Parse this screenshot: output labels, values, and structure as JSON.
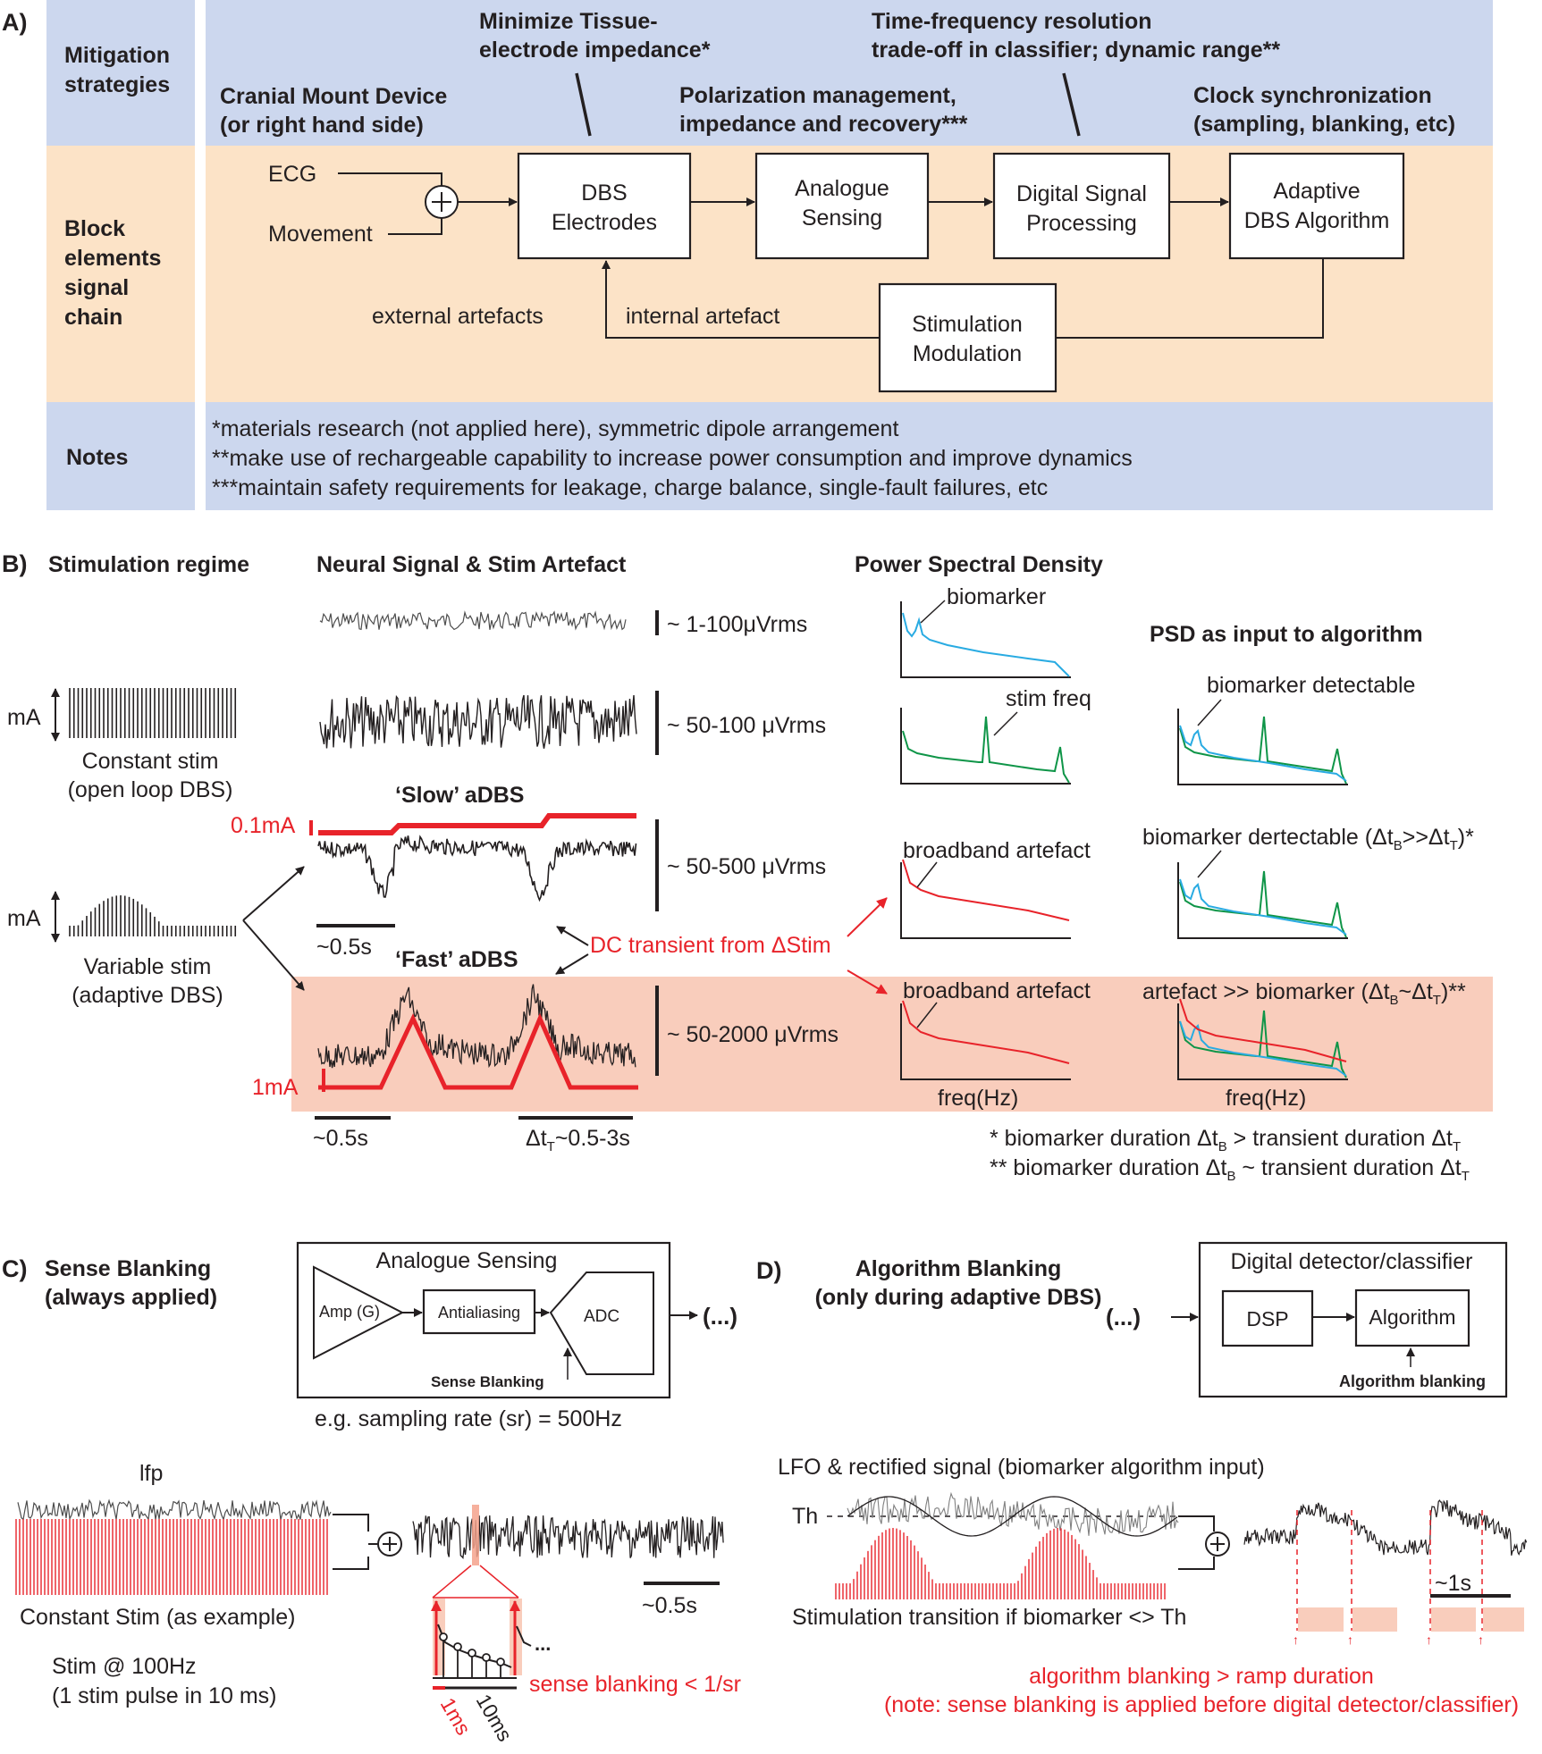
{
  "panels": {
    "a": "A)",
    "b": "B)",
    "c": "C)",
    "d": "D)"
  },
  "panel_a": {
    "row_labels": {
      "mitigation": [
        "Mitigation",
        "strategies"
      ],
      "block": [
        "Block",
        "elements",
        "signal",
        "chain"
      ],
      "notes": "Notes"
    },
    "strategies": {
      "cranial": [
        "Cranial Mount Device",
        "(or right hand side)"
      ],
      "tissue": [
        "Minimize Tissue-",
        "electrode impedance*"
      ],
      "polarization": [
        "Polarization management,",
        "impedance and recovery***"
      ],
      "timefreq": [
        "Time-frequency resolution",
        "trade-off in classifier; dynamic range**"
      ],
      "clock": [
        "Clock synchronization",
        "(sampling, blanking, etc)"
      ]
    },
    "chain": {
      "ecg": "ECG",
      "movement": "Movement",
      "dbs": [
        "DBS",
        "Electrodes"
      ],
      "analogue": [
        "Analogue",
        "Sensing"
      ],
      "dsp": [
        "Digital Signal",
        "Processing"
      ],
      "adaptive": [
        "Adaptive",
        "DBS Algorithm"
      ],
      "stim": [
        "Stimulation",
        "Modulation"
      ],
      "external": "external artefacts",
      "internal": "internal artefact"
    },
    "notes": [
      "*materials research (not applied here), symmetric dipole arrangement",
      "**make use of rechargeable capability to increase power consumption and improve dynamics",
      "***maintain safety requirements for leakage, charge balance, single-fault failures, etc"
    ],
    "colors": {
      "blue": "#ccd7ee",
      "orange": "#fce3c7"
    }
  },
  "panel_b": {
    "headers": {
      "regime": "Stimulation regime",
      "neural": "Neural Signal & Stim Artefact",
      "psd": "Power Spectral Density",
      "psd_input": "PSD as input to algorithm"
    },
    "ma": "mA",
    "constant": [
      "Constant stim",
      "(open loop DBS)"
    ],
    "variable": [
      "Variable stim",
      "(adaptive DBS)"
    ],
    "amplitudes": [
      "~ 1-100μVrms",
      "~ 50-100 μVrms",
      "~ 50-500 μVrms",
      "~ 50-2000 μVrms"
    ],
    "slow": "‘Slow’ aDBS",
    "fast": "‘Fast’ aDBS",
    "amp_slow": "0.1mA",
    "amp_fast": "1mA",
    "scale_slow": "~0.5s",
    "scale_fast": "~0.5s",
    "transient_dur": "Δt T~0.5-3s",
    "dc_transient": "DC transient from ΔStim",
    "psd_labels": {
      "biomarker": "biomarker",
      "stim_freq": "stim freq",
      "broadband1": "broadband artefact",
      "broadband2": "broadband artefact",
      "detectable": "biomarker detectable",
      "dertectable": "biomarker dertectable (ΔtB>>ΔtT)*",
      "artefact": "artefact >> biomarker (ΔtB~ΔtT)**",
      "freq1": "freq(Hz)",
      "freq2": "freq(Hz)"
    },
    "footnotes": [
      "* biomarker duration ΔtB > transient duration ΔtT",
      "** biomarker duration ΔtB ~ transient duration ΔtT"
    ],
    "colors": {
      "red": "#e8232a",
      "blue": "#29abe2",
      "green": "#0f9548",
      "pink": "#f9cdbc"
    }
  },
  "panel_c": {
    "title": [
      "Sense Blanking",
      "(always applied)"
    ],
    "box_title": "Analogue Sensing",
    "amp": "Amp (G)",
    "antialiasing": "Antialiasing",
    "adc": "ADC",
    "sense_blanking": "Sense Blanking",
    "dots": "(...)",
    "sampling": "e.g. sampling rate (sr) = 500Hz",
    "lfp": "lfp",
    "constant_stim": "Constant Stim (as example)",
    "stim_rate": [
      "Stim @ 100Hz",
      "(1 stim pulse in 10 ms)"
    ],
    "scale": "~0.5s",
    "sense_note": "sense blanking  < 1/sr",
    "ms1": "1ms",
    "ms10": "10ms",
    "ellipsis": "..."
  },
  "panel_d": {
    "title": [
      "Algorithm Blanking",
      "(only during adaptive DBS)"
    ],
    "box_title": "Digital detector/classifier",
    "dsp": "DSP",
    "algorithm": "Algorithm",
    "algorithm_blanking": "Algorithm blanking",
    "dots": "(...)",
    "lfo": "LFO & rectified signal (biomarker algorithm input)",
    "th": "Th",
    "transition": "Stimulation transition if biomarker <> Th",
    "scale": "~1s",
    "note": [
      "algorithm blanking  > ramp duration",
      "(note: sense blanking is applied before digital detector/classifier)"
    ]
  }
}
